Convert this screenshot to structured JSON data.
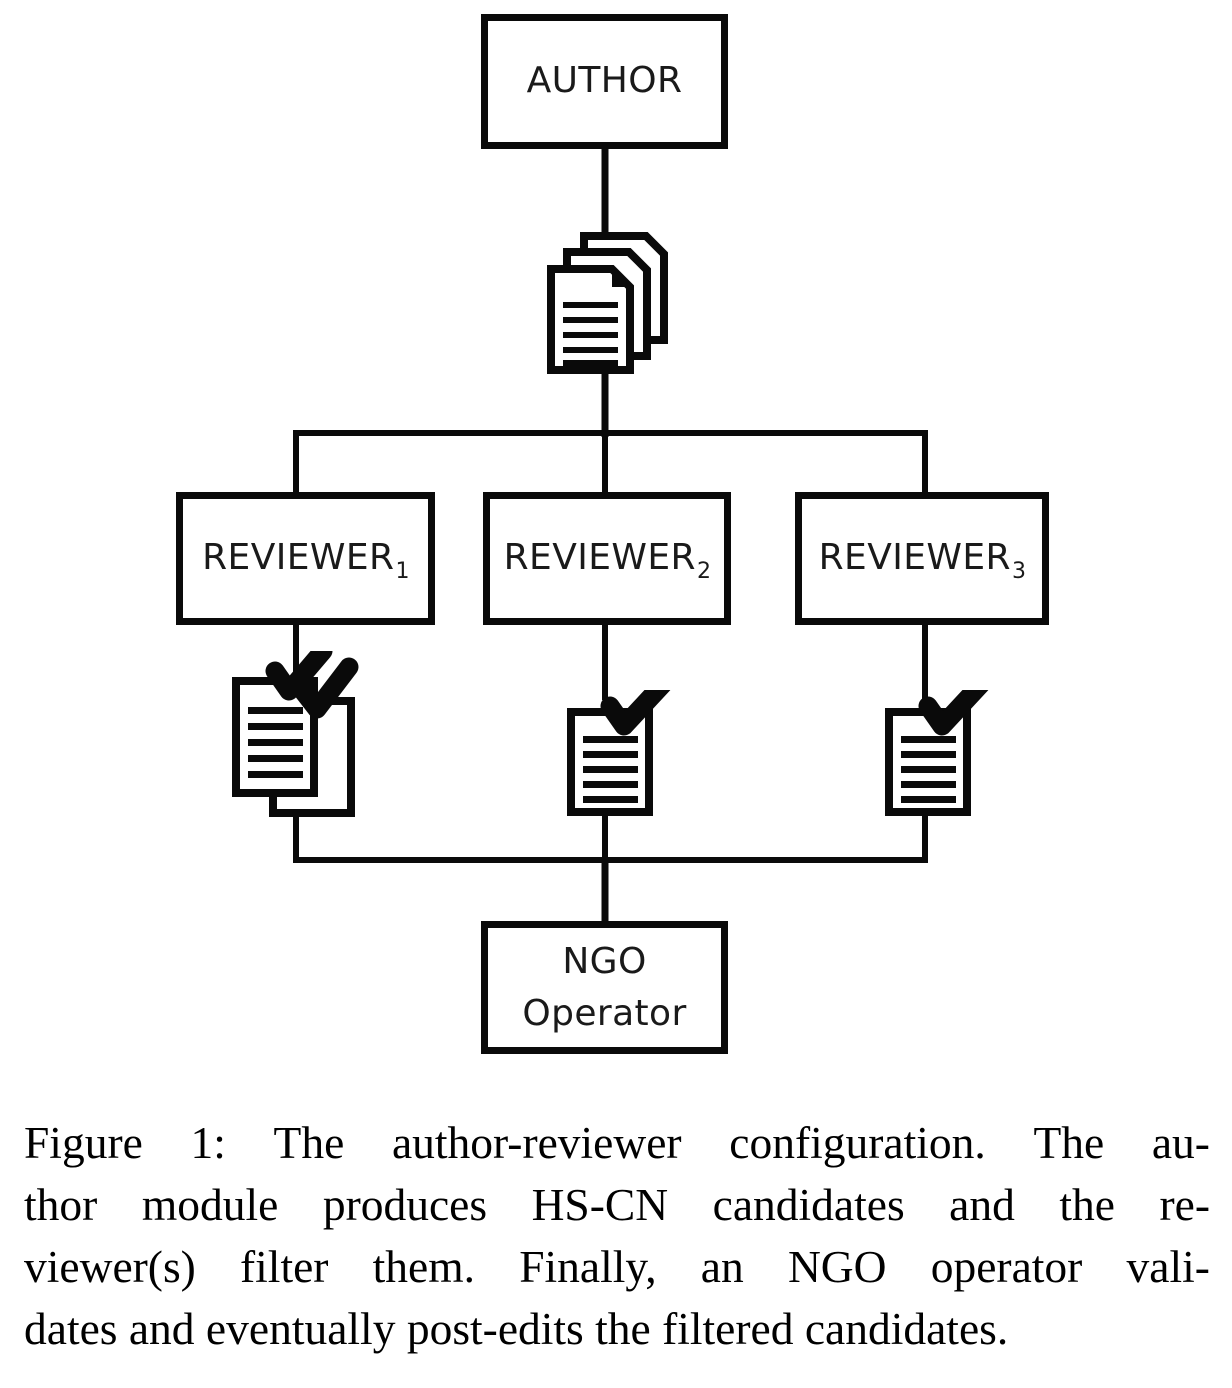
{
  "figure": {
    "id": "figure-1",
    "type": "flow-diagram",
    "background_color": "#ffffff",
    "stroke_color": "#0a0a0a",
    "title": "The author-reviewer configuration"
  },
  "nodes": {
    "author": {
      "label": "AUTHOR",
      "role": "source"
    },
    "reviewers": [
      {
        "label": "REVIEWER",
        "subscript": "1",
        "role": "filter"
      },
      {
        "label": "REVIEWER",
        "subscript": "2",
        "role": "filter"
      },
      {
        "label": "REVIEWER",
        "subscript": "3",
        "role": "filter"
      }
    ],
    "ngo": {
      "label_line_1": "NGO",
      "label_line_2": "Operator",
      "role": "validator"
    }
  },
  "icons": {
    "doc_stack": {
      "name": "document-stack-icon",
      "sheets": 3,
      "text_lines": 5,
      "meaning": "HS-CN candidates produced by the author"
    },
    "reviewed_docs": [
      {
        "name": "reviewed-documents-icon",
        "sheets": 2,
        "checkmarks": 2,
        "text_lines": 5,
        "meaning": "candidates accepted by reviewer 1"
      },
      {
        "name": "reviewed-document-icon",
        "sheets": 1,
        "checkmarks": 1,
        "text_lines": 5,
        "meaning": "candidate accepted by reviewer 2"
      },
      {
        "name": "reviewed-document-icon",
        "sheets": 1,
        "checkmarks": 1,
        "text_lines": 5,
        "meaning": "candidate accepted by reviewer 3"
      }
    ]
  },
  "connectors": {
    "author_to_bus": "vertical line from AUTHOR down through the document stack to the fan-out bus",
    "fan_out_bus": "horizontal bus splitting to the three reviewer boxes",
    "merge_bus": "horizontal bus merging the three reviewer outputs",
    "bus_to_ngo": "vertical line from the merge bus down to the NGO Operator box"
  },
  "caption": {
    "lines": [
      "Figure 1:  The author-reviewer configuration.  The au-",
      "thor module produces HS-CN candidates and the re-",
      "viewer(s) filter them.  Finally, an NGO operator vali-",
      "dates and eventually post-edits the filtered candidates."
    ],
    "line_1_words": [
      "Figure",
      "1:",
      "The",
      "author-reviewer",
      "configuration.",
      "The",
      "au-"
    ],
    "line_2_words": [
      "thor",
      "module",
      "produces",
      "HS-CN",
      "candidates",
      "and",
      "the",
      "re-"
    ],
    "line_3_words": [
      "viewer(s)",
      "filter",
      "them.",
      "Finally,",
      "an",
      "NGO",
      "operator",
      "vali-"
    ],
    "line_4_text": "dates and eventually post-edits the filtered candidates."
  }
}
